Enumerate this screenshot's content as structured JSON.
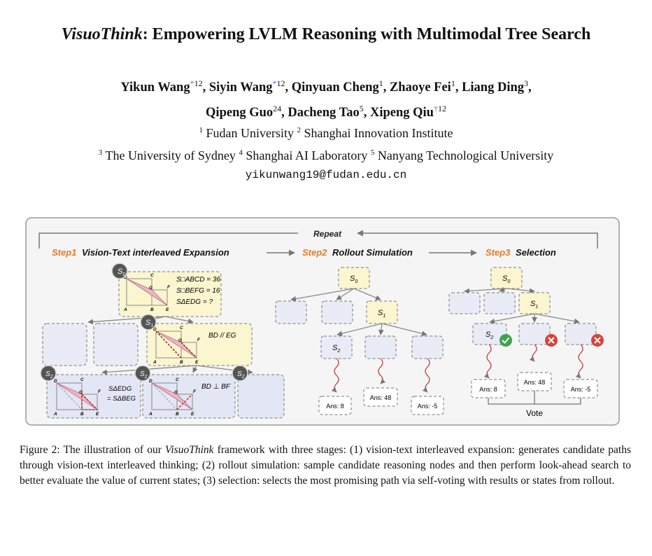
{
  "paper": {
    "title_italic": "VisuoThink",
    "title_rest": ": Empowering LVLM Reasoning with Multimodal Tree Search",
    "authors_line1": [
      {
        "name": "Yikun Wang",
        "mark": "*",
        "sup": "12"
      },
      {
        "name": "Siyin Wang",
        "mark": "*",
        "sup": "12"
      },
      {
        "name": "Qinyuan Cheng",
        "mark": "",
        "sup": "1"
      },
      {
        "name": "Zhaoye Fei",
        "mark": "",
        "sup": "1"
      },
      {
        "name": "Liang Ding",
        "mark": "",
        "sup": "3"
      }
    ],
    "authors_line2": [
      {
        "name": "Qipeng Guo",
        "mark": "",
        "sup": "24"
      },
      {
        "name": "Dacheng Tao",
        "mark": "",
        "sup": "5"
      },
      {
        "name": "Xipeng Qiu",
        "mark": "†",
        "sup": "12"
      }
    ],
    "affiliations": [
      {
        "num": "1",
        "name": "Fudan University"
      },
      {
        "num": "2",
        "name": "Shanghai Innovation Institute"
      },
      {
        "num": "3",
        "name": "The University of Sydney"
      },
      {
        "num": "4",
        "name": "Shanghai AI Laboratory"
      },
      {
        "num": "5",
        "name": "Nanyang Technological University"
      }
    ],
    "email": "yikunwang19@fudan.edu.cn"
  },
  "figure": {
    "repeat_label": "Repeat",
    "step1": {
      "prefix": "Step1",
      "label": "Vision-Text interleaved Expansion"
    },
    "step2": {
      "prefix": "Step2",
      "label": "Rollout Simulation"
    },
    "step3": {
      "prefix": "Step3",
      "label": "Selection"
    },
    "node_s0": "S",
    "node_s0_sub": "0",
    "node_s1": "S",
    "node_s1_sub": "1",
    "node_s2": "S",
    "node_s2_sub": "2",
    "eq1": "S□ABCD = 36",
    "eq2": "S□BEFG = 16",
    "eq3": "SΔEDG = ?",
    "eq_bd_eg": "BD // EG",
    "eq_bd_bf": "BD ⊥ BF",
    "eq_area1": "SΔEDG",
    "eq_area2": "= SΔBEG",
    "geo_labels": [
      "A",
      "B",
      "C",
      "D",
      "E",
      "F",
      "G"
    ],
    "answers": [
      "Ans: 8",
      "Ans: 48",
      "Ans: -5"
    ],
    "vote_label": "Vote",
    "colors": {
      "step_orange": "#e07b2a",
      "node_yellow": "#fbf6cf",
      "box_blue": "#e9ecf6",
      "check_green": "#3fa34d",
      "cross_red": "#d9433b"
    }
  },
  "caption": {
    "prefix": "Figure 2: The illustration of our ",
    "italic": "VisuoThink",
    "rest": " framework with three stages: (1) vision-text interleaved expansion: generates candidate paths through vision-text interleaved thinking; (2) rollout simulation: sample candidate reasoning nodes and then perform look-ahead search to better evaluate the value of current states; (3) selection: selects the most promising path via self-voting with results or states from rollout."
  }
}
